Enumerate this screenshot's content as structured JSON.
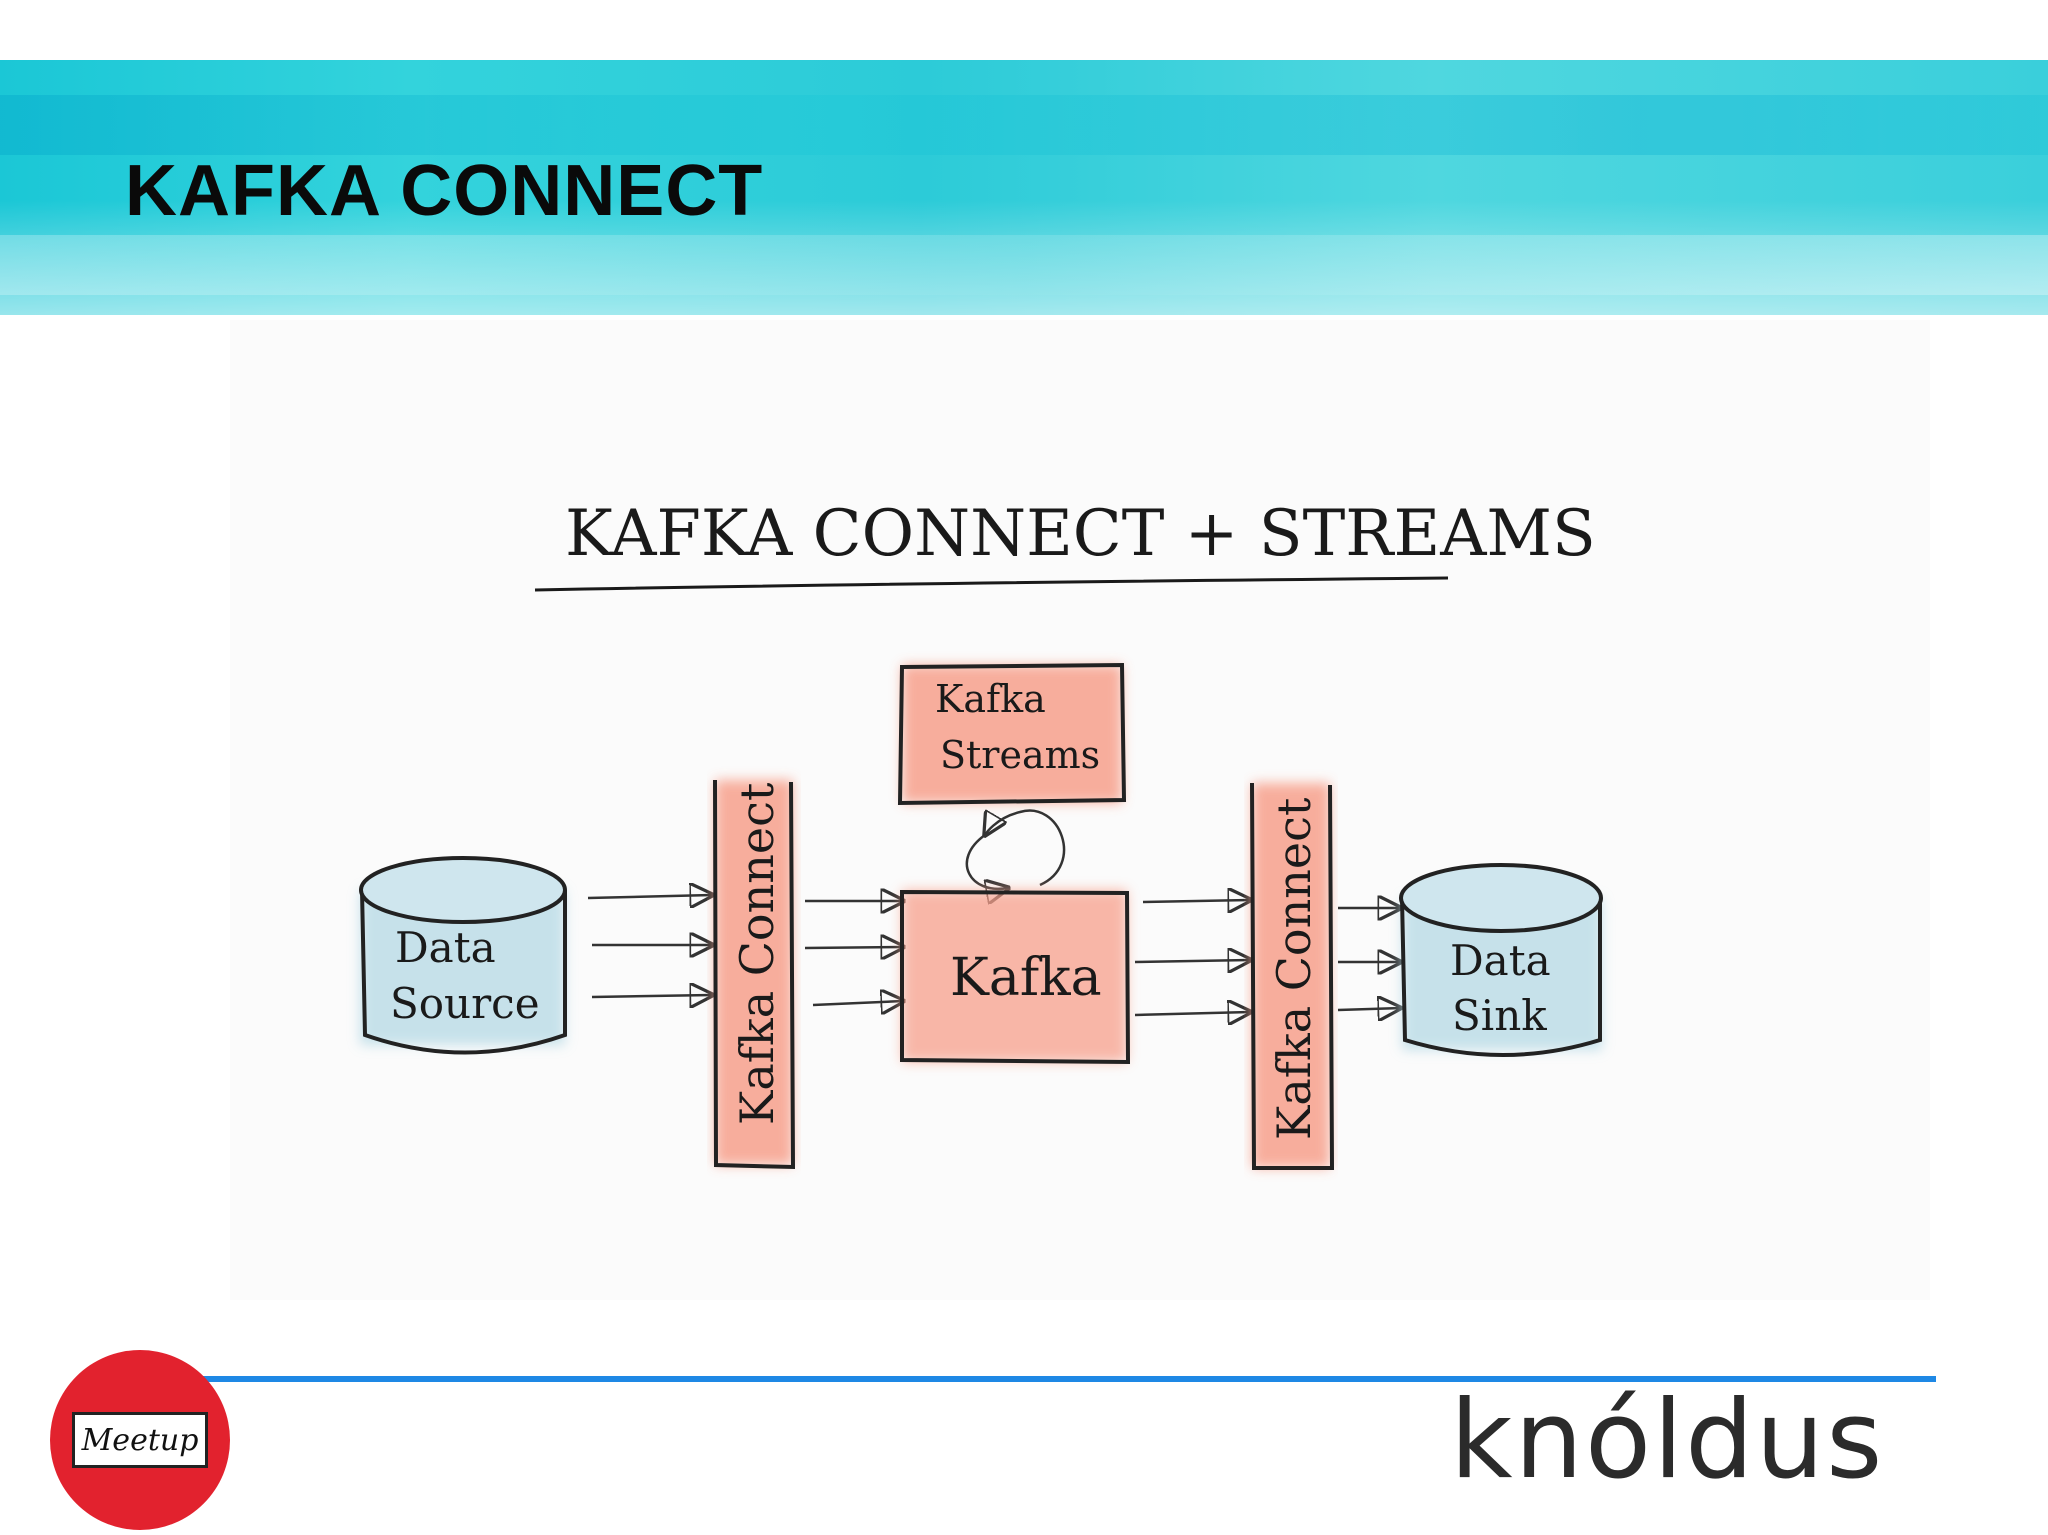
{
  "slide": {
    "title": "KAFKA CONNECT"
  },
  "diagram": {
    "heading": "KAFKA CONNECT + STREAMS",
    "data_source_line1": "Data",
    "data_source_line2": "Source",
    "connect_left": "Kafka Connect",
    "streams_line1": "Kafka",
    "streams_line2": "Streams",
    "kafka": "Kafka",
    "connect_right": "Kafka Connect",
    "data_sink_line1": "Data",
    "data_sink_line2": "Sink"
  },
  "footer": {
    "meetup_label": "Meetup",
    "knoldus_label": "knóldus"
  },
  "colors": {
    "banner": "#2ccbd8",
    "footer_line": "#1e88e5",
    "meetup": "#e2222e",
    "connector_fill": "#f7a08c",
    "db_fill": "#b9dbe6"
  }
}
